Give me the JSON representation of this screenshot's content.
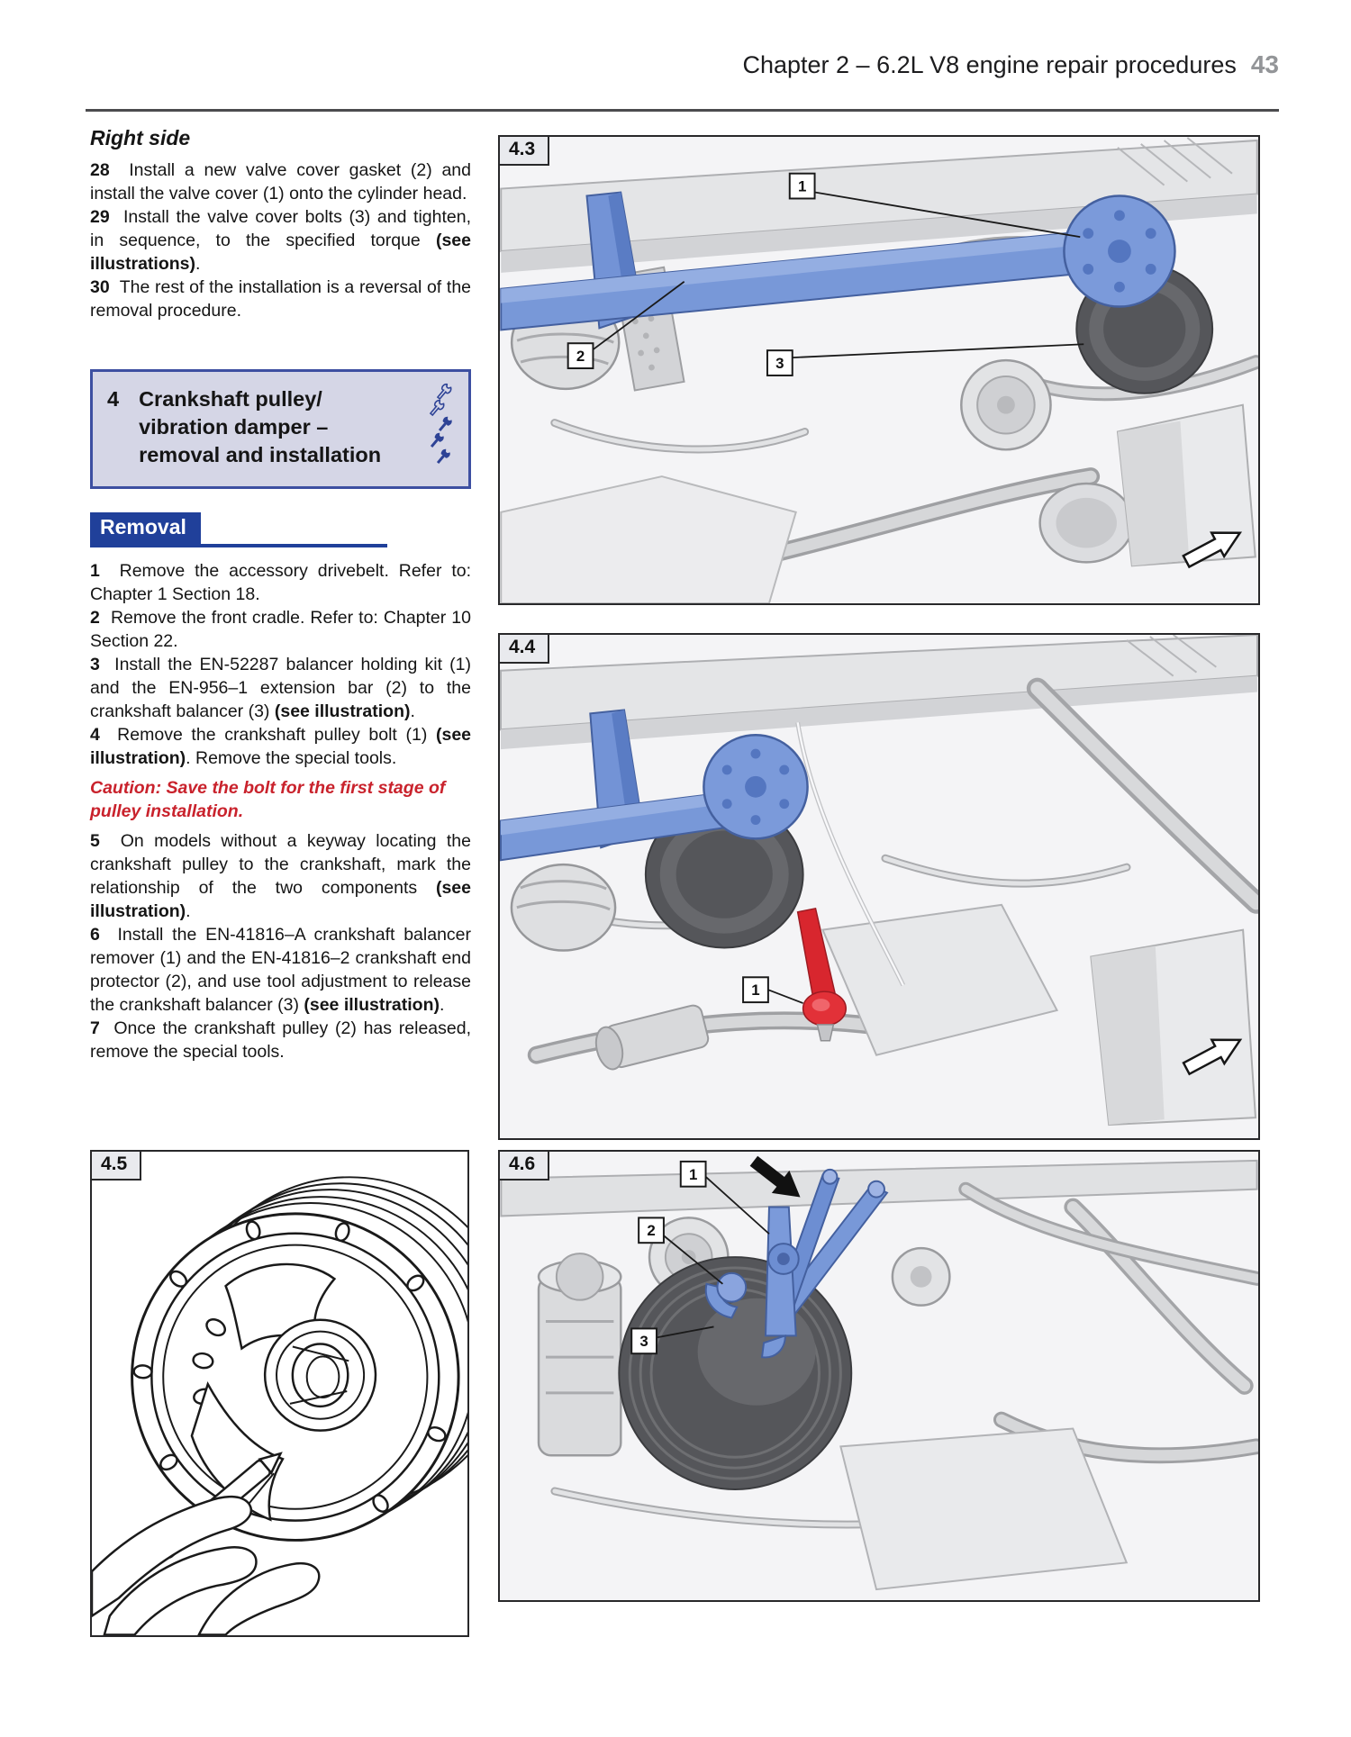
{
  "header": {
    "chapter_title": "Chapter 2 – 6.2L V8 engine repair procedures",
    "page_number": "43"
  },
  "left_column": {
    "subheading": "Right side",
    "paragraphs_top": [
      {
        "num": "28",
        "segments": [
          {
            "t": "Install a new valve cover gasket (2) and install the valve cover (1) onto the cylinder head."
          }
        ]
      },
      {
        "num": "29",
        "segments": [
          {
            "t": "Install the valve cover bolts (3) and tighten, in sequence, to the specified torque "
          },
          {
            "t": "(see illustrations)",
            "b": true
          },
          {
            "t": "."
          }
        ]
      },
      {
        "num": "30",
        "segments": [
          {
            "t": "The rest of the installation is a reversal of the removal procedure."
          }
        ]
      }
    ],
    "section_box": {
      "number": "4",
      "line1": "Crankshaft pulley/",
      "line2": "vibration damper –",
      "line3": "removal and installation",
      "difficulty_icon": "wrench-rating"
    },
    "removal_heading": "Removal",
    "paragraphs_removal": [
      {
        "num": "1",
        "segments": [
          {
            "t": "Remove the accessory drivebelt. Refer to: Chapter 1 Section 18."
          }
        ]
      },
      {
        "num": "2",
        "segments": [
          {
            "t": "Remove the front cradle. Refer to: Chapter 10 Section 22."
          }
        ]
      },
      {
        "num": "3",
        "segments": [
          {
            "t": "Install the EN-52287 balancer holding kit (1) and the EN-956–1 extension bar (2) to the crankshaft balancer (3) "
          },
          {
            "t": "(see illustration)",
            "b": true
          },
          {
            "t": "."
          }
        ]
      },
      {
        "num": "4",
        "segments": [
          {
            "t": "Remove the crankshaft pulley bolt (1) "
          },
          {
            "t": "(see illustration)",
            "b": true
          },
          {
            "t": ". Remove the special tools."
          }
        ]
      },
      {
        "style": "caution",
        "segments": [
          {
            "t": "Caution: Save the bolt for the first stage of pulley installation."
          }
        ]
      },
      {
        "num": "5",
        "segments": [
          {
            "t": "On models without a keyway locating the crankshaft pulley to the crankshaft, mark the relationship of the two components "
          },
          {
            "t": "(see illustration)",
            "b": true
          },
          {
            "t": "."
          }
        ]
      },
      {
        "num": "6",
        "segments": [
          {
            "t": "Install the EN-41816–A crankshaft balancer remover (1) and the EN-41816–2 crankshaft end protector (2), and use tool adjustment to release the crankshaft balancer (3) "
          },
          {
            "t": "(see illustration)",
            "b": true
          },
          {
            "t": "."
          }
        ]
      },
      {
        "num": "7",
        "segments": [
          {
            "t": "Once the crankshaft pulley (2) has released, remove the special tools."
          }
        ]
      }
    ]
  },
  "figures": {
    "fig43": {
      "label": "4.3",
      "callouts": {
        "c1": "1",
        "c2": "2",
        "c3": "3"
      },
      "arrow": "white-outline-arrow"
    },
    "fig44": {
      "label": "4.4",
      "callouts": {
        "c1": "1"
      },
      "arrow": "white-outline-arrow"
    },
    "fig45": {
      "label": "4.5",
      "callouts": {}
    },
    "fig46": {
      "label": "4.6",
      "callouts": {
        "c1": "1",
        "c2": "2",
        "c3": "3"
      },
      "arrow": "black-arrow"
    }
  },
  "colors": {
    "accent_blue": "#20409a",
    "section_box_bg": "#d5d6e6",
    "section_box_border": "#3d4fa1",
    "tool_blue": "#7898d8",
    "tool_red": "#d8262e",
    "caution_red": "#c9222c",
    "page_number_gray": "#939598",
    "figure_label_bg": "#e9eaee"
  }
}
